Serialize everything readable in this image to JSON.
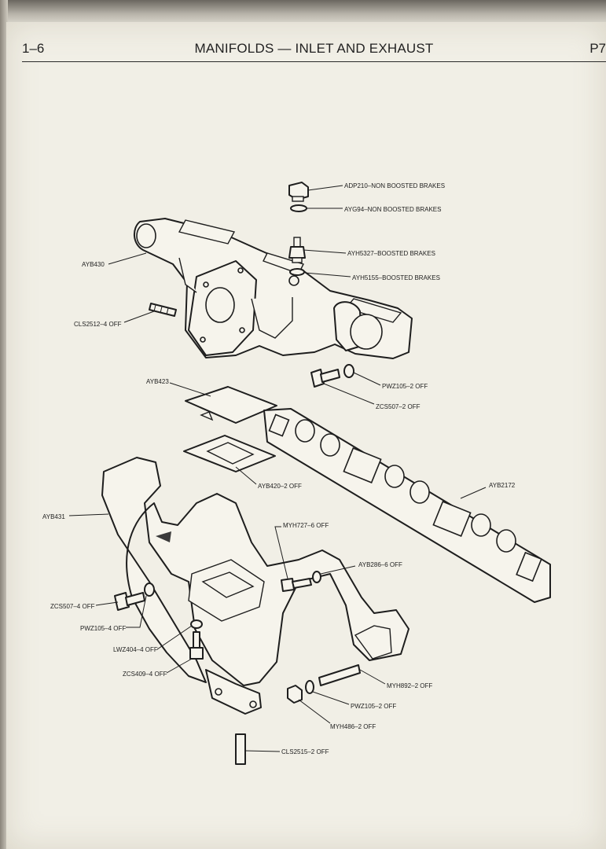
{
  "header": {
    "page_number": "1–6",
    "title": "MANIFOLDS — INLET AND EXHAUST",
    "page_code": "P7"
  },
  "labels": {
    "adp210": "ADP210–NON BOOSTED BRAKES",
    "ayg94": "AYG94–NON BOOSTED BRAKES",
    "ayh5327": "AYH5327–BOOSTED BRAKES",
    "ayh5155": "AYH5155–BOOSTED BRAKES",
    "ayb430": "AYB430",
    "cls2512": "CLS2512–4 OFF",
    "pwz105_upper": "PWZ105–2 OFF",
    "zcs507_upper": "ZCS507–2 OFF",
    "ayb423": "AYB423",
    "ayb420": "AYB420–2 OFF",
    "ayb2172": "AYB2172",
    "ayb431": "AYB431",
    "myh727": "MYH727–6 OFF",
    "ayb286": "AYB286–6 OFF",
    "zcs507_lower": "ZCS507–4 OFF",
    "pwz105_lower": "PWZ105–4 OFF",
    "lwz404": "LWZ404–4 OFF",
    "zcs409": "ZCS409–4 OFF",
    "myh892": "MYH892–2 OFF",
    "pwz105_bottom": "PWZ105–2 OFF",
    "myh486": "MYH486–2 OFF",
    "cls2515": "CLS2515–2 OFF"
  }
}
